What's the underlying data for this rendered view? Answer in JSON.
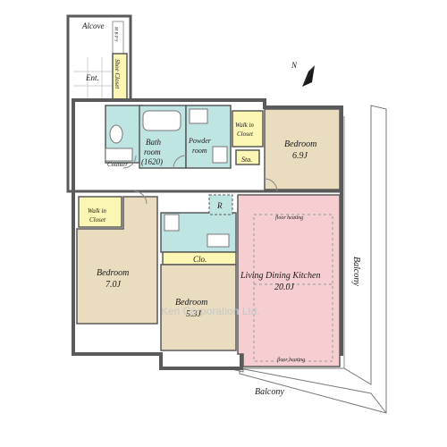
{
  "labels": {
    "alcove": "Alcove",
    "mbps": "M B P S",
    "entrance": "Ent.",
    "shoe_closet": "Shoe Closet",
    "counter_left": "Counter",
    "bath_line1": "Bath",
    "bath_line2": "room",
    "bath_line3": "(1620)",
    "powder_line1": "Powder",
    "powder_line2": "room",
    "walkin_top_line1": "Walk in",
    "walkin_top_line2": "Closet",
    "storage": "Sto.",
    "bedroom_ne_line1": "Bedroom",
    "bedroom_ne_line2": "6.9J",
    "walkin_left_line1": "Walk in",
    "walkin_left_line2": "Closet",
    "refrigerator": "R",
    "closet": "Clo.",
    "bedroom_w_line1": "Bedroom",
    "bedroom_w_line2": "7.0J",
    "bedroom_s_line1": "Bedroom",
    "bedroom_s_line2": "5.3J",
    "ldk_line1": "Living Dining Kitchen",
    "ldk_line2": "20.0J",
    "floor_heating_top": "floor heating",
    "floor_heating_bottom": "floor heating",
    "balcony_east": "Balcony",
    "balcony_south": "Balcony",
    "north": "N",
    "watermark": "Ken Corporation Ltd."
  },
  "colors": {
    "wall": "#5a5a5a",
    "floor": "#ffffff",
    "bedroom": "#e9dcbf",
    "ldk": "#f6cdd0",
    "wet": "#bfe5e3",
    "closet": "#fbf6b4",
    "balcony": "#ffffff"
  }
}
